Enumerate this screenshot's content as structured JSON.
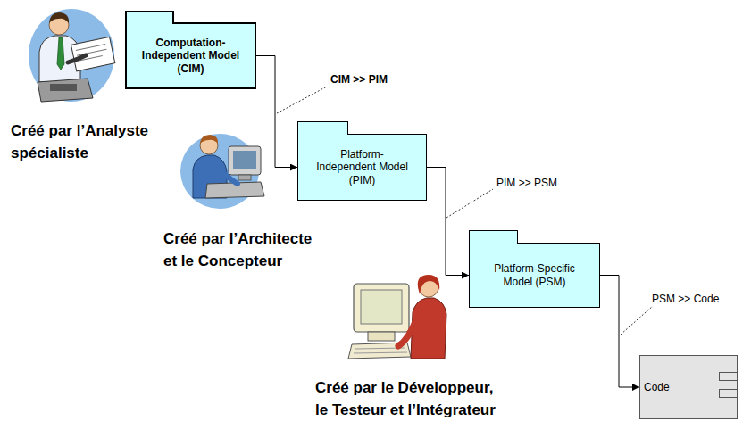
{
  "diagram": {
    "nodes": [
      {
        "text": [
          "Computation- Independent Model (CIM)"
        ]
      },
      {
        "text": [
          "Platform- Independent Model (PIM)"
        ]
      },
      {
        "text": [
          "Platform-Specific Model (PSM)"
        ]
      },
      {
        "text": [
          "Code"
        ]
      }
    ],
    "edges": [
      {
        "from": 0,
        "to": 1,
        "label": "CIM >> PIM",
        "arrow": "to"
      },
      {
        "from": 1,
        "to": 2,
        "label": "PIM >> PSM",
        "arrow": "to"
      },
      {
        "from": 2,
        "to": 3,
        "label": "PSM >> Code",
        "arrow": "to"
      }
    ],
    "labels": [
      "Créé par l’Analyste spécialiste",
      "Créé par l’Architecte et le Concepteur",
      "Créé par le Développeur, le Testeur et l’Intégrateur"
    ]
  }
}
